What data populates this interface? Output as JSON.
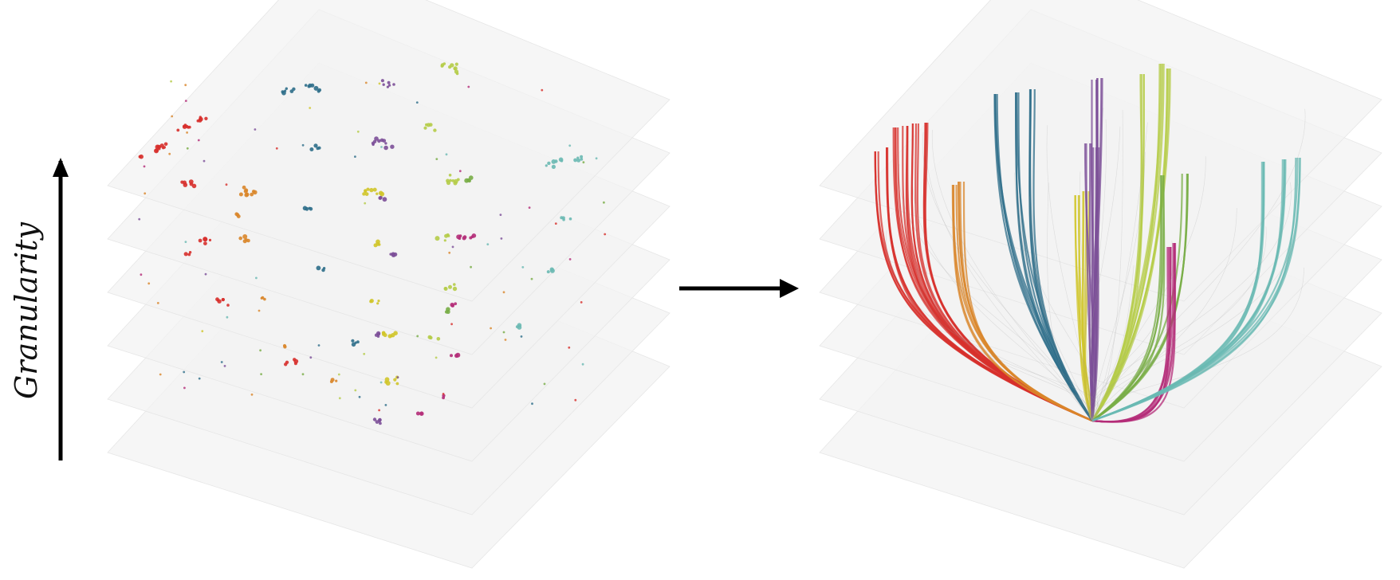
{
  "axis": {
    "label": "Granularity"
  },
  "colors": {
    "plane": "#f2f2f2",
    "arrow": "#000000",
    "clusters": [
      "#d7302c",
      "#d9862a",
      "#2e6e8a",
      "#d0c52a",
      "#7c4f98",
      "#b5cc48",
      "#78ad46",
      "#b42c78",
      "#6ab9b3"
    ]
  },
  "panels": [
    {
      "name": "scatter-layers",
      "layer_count": 6
    },
    {
      "name": "trajectory-layers",
      "layer_count": 6
    }
  ]
}
